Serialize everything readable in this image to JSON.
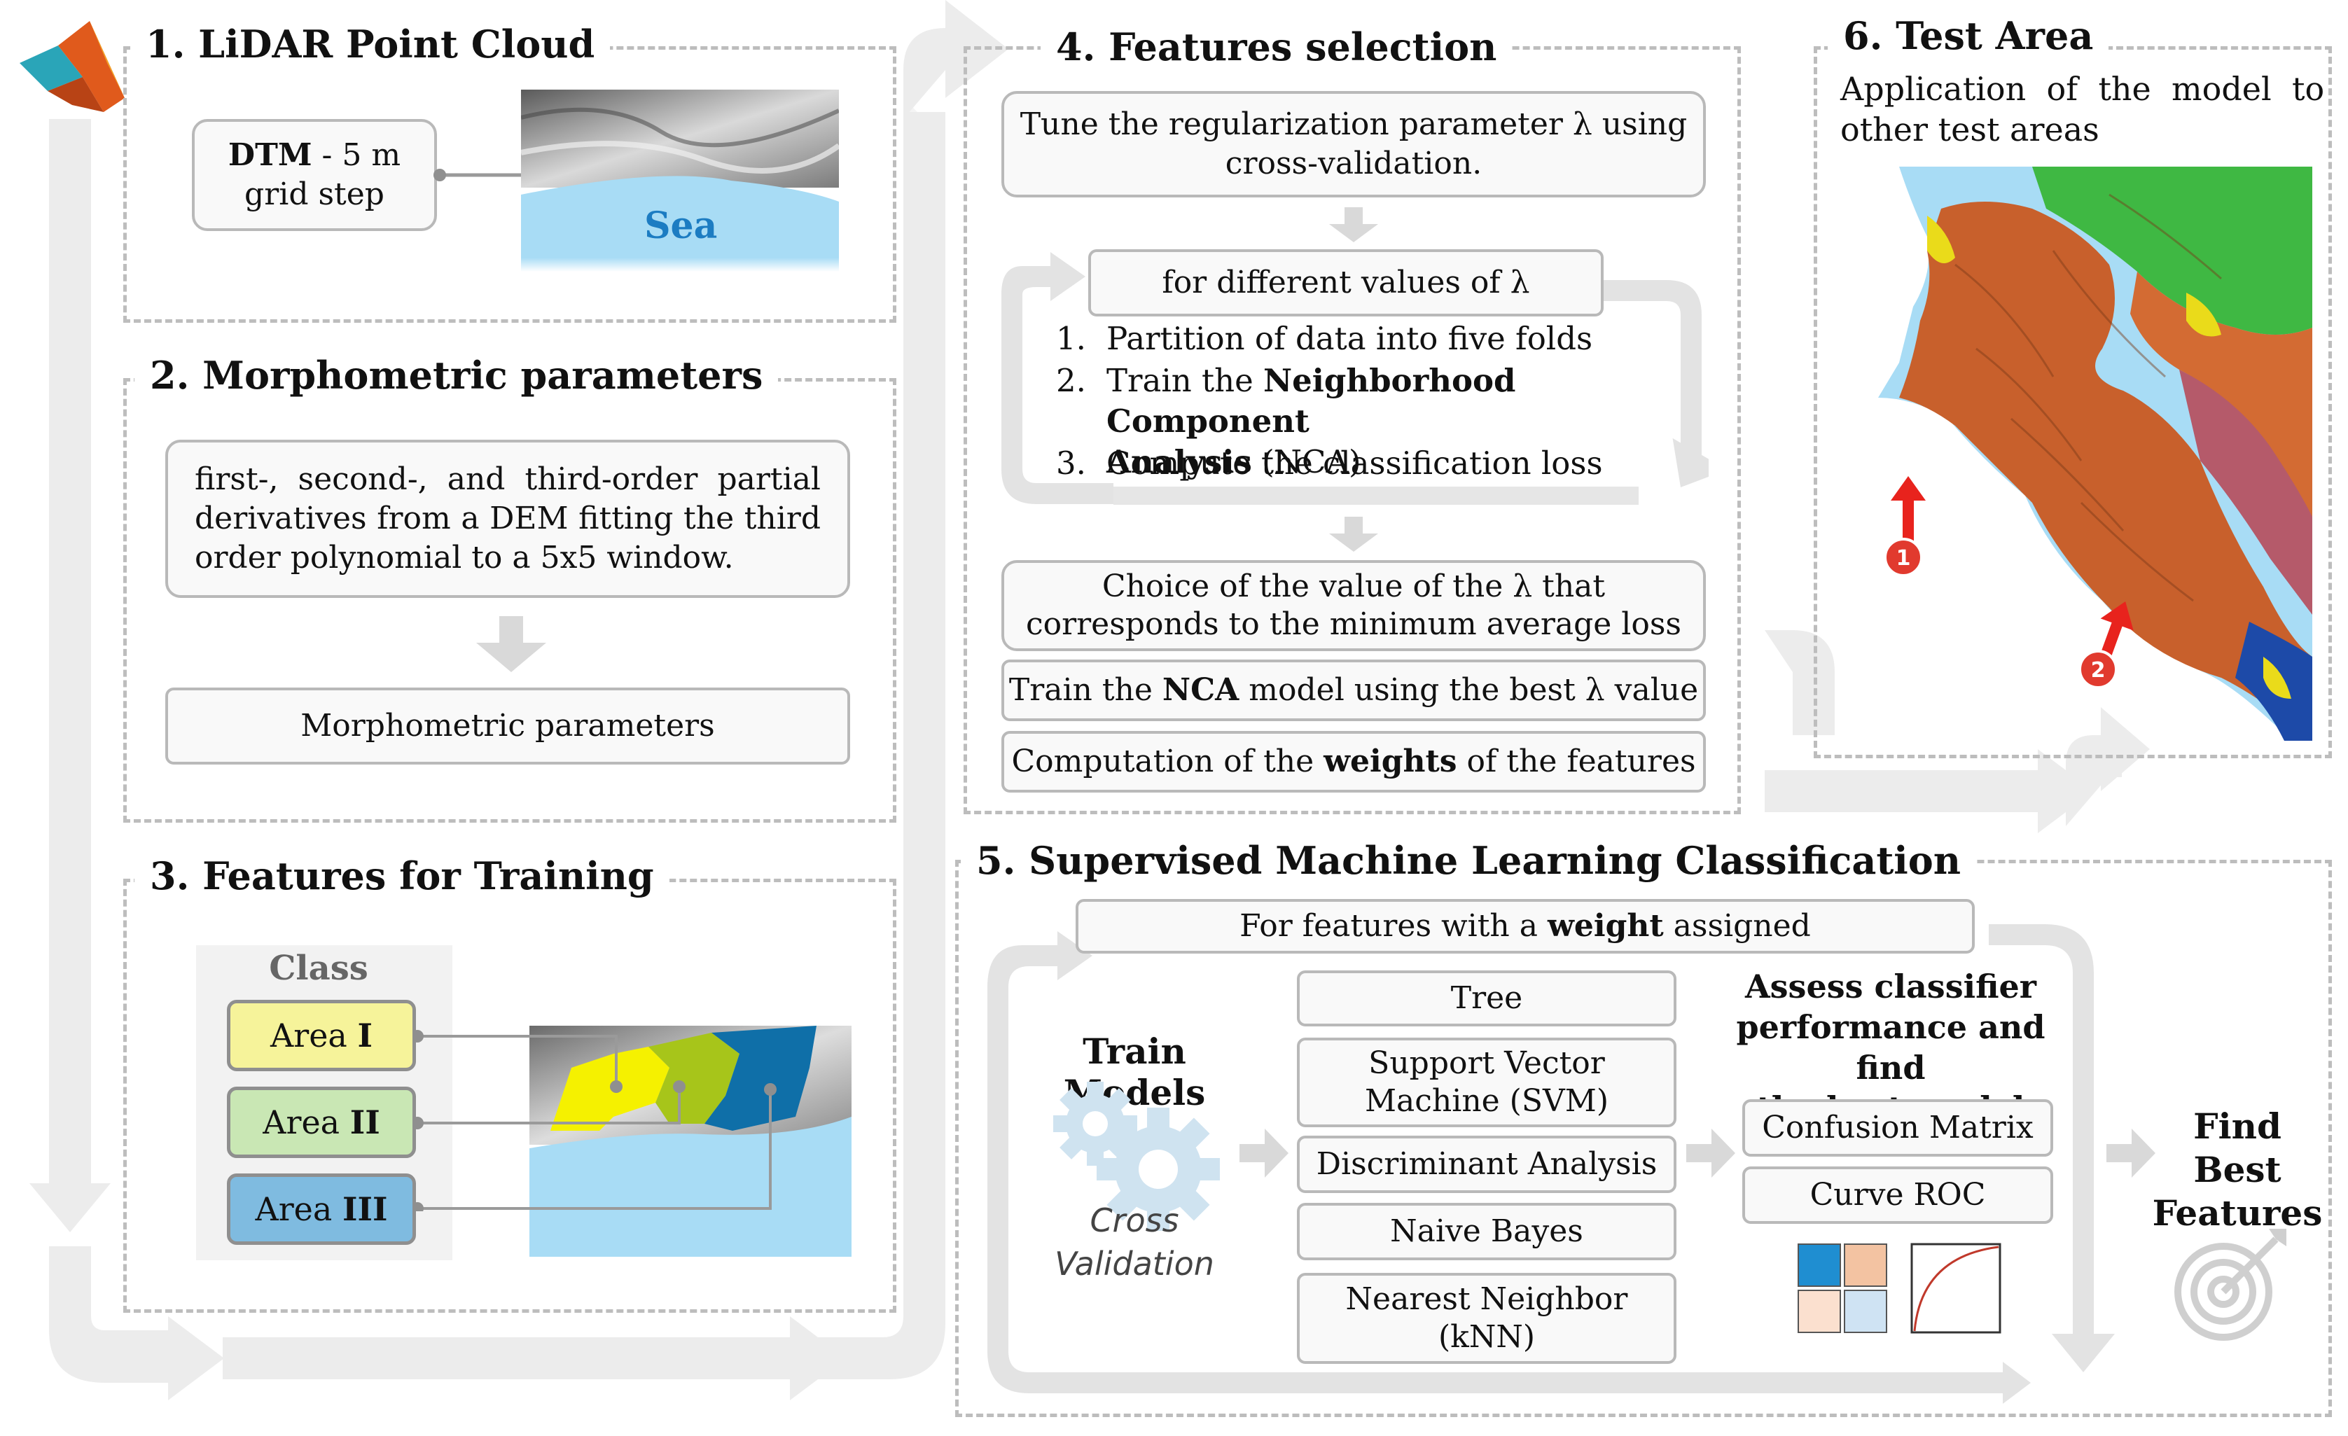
{
  "panel1": {
    "title": "1.  LiDAR Point Cloud",
    "dtm_bold": "DTM",
    "dtm_rest": " - 5 m",
    "dtm_line2": "grid step",
    "sea_label": "Sea"
  },
  "panel2": {
    "title": "2.  Morphometric parameters",
    "description": "first-, second-, and third-order partial derivatives from a DEM fitting the third order polynomial to a 5x5 window.",
    "output": "Morphometric parameters"
  },
  "panel3": {
    "title": "3.  Features for Training",
    "class_header": "Class",
    "classes": [
      {
        "prefix": "Area ",
        "roman": "I",
        "color": "#f6f39a"
      },
      {
        "prefix": "Area ",
        "roman": "II",
        "color": "#c9e7b4"
      },
      {
        "prefix": "Area ",
        "roman": "III",
        "color": "#7fbbe0"
      }
    ]
  },
  "panel4": {
    "title": "4.  Features selection",
    "tune_line1": "Tune the regularization parameter λ using",
    "tune_line2": "cross-validation.",
    "loop_header": "for different values of  λ",
    "steps": [
      {
        "n": "1.",
        "plain": "Partition of data into five folds"
      },
      {
        "n": "2.",
        "pre": "Train the ",
        "bold": "Neighborhood Component",
        "bold2": "Analysis",
        "post": " (NCA)"
      },
      {
        "n": "3.",
        "plain": "Compute the classification loss"
      }
    ],
    "choice_line1": "Choice of the value of the λ that",
    "choice_line2": "corresponds to the minimum average loss",
    "train_pre": "Train the ",
    "train_bold": "NCA",
    "train_post": " model using the best λ value",
    "weights_pre": "Computation of the ",
    "weights_bold": "weights",
    "weights_post": " of the features"
  },
  "panel5": {
    "title": "5.  Supervised Machine Learning Classification",
    "header_pre": "For features with a ",
    "header_bold": "weight",
    "header_post": " assigned",
    "train_models": "Train Models",
    "cv_line1": "Cross",
    "cv_line2": "Validation",
    "models": [
      "Tree",
      "Support Vector Machine (SVM)",
      "Discriminant Analysis",
      "Naive Bayes",
      "Nearest Neighbor (kNN)"
    ],
    "assess_line1": "Assess classifier",
    "assess_line2": "performance and find",
    "assess_line3": "the best model",
    "confusion": "Confusion Matrix",
    "roc": "Curve ROC",
    "find_line1": "Find Best",
    "find_line2": "Features"
  },
  "panel6": {
    "title": "6.  Test Area",
    "description_line1": "Application  of  the  model  to",
    "description_line2": "other test areas",
    "markers": [
      "1",
      "2"
    ]
  },
  "colors": {
    "dash": "#bdbdbd",
    "flow_arrow": "#ececec",
    "sea": "#a8dcf5",
    "matrix_blue": "#1f8ed1",
    "matrix_orange": "#f3c3a2"
  }
}
